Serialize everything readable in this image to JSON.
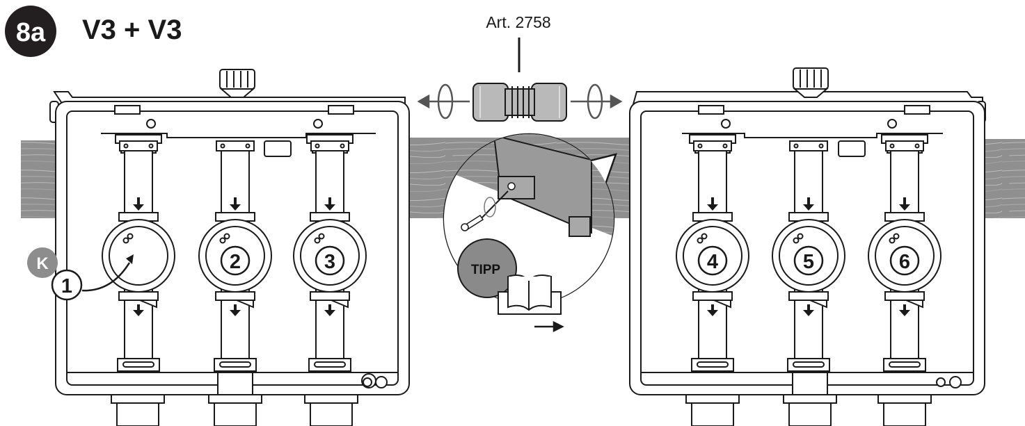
{
  "step": {
    "badge": "8a",
    "title": "V3 + V3"
  },
  "connector": {
    "label": "Art. 2758"
  },
  "tip": {
    "label": "TIPP"
  },
  "key_badge": "K",
  "valves": [
    {
      "number": "1"
    },
    {
      "number": "2"
    },
    {
      "number": "3"
    },
    {
      "number": "4"
    },
    {
      "number": "5"
    },
    {
      "number": "6"
    }
  ],
  "colors": {
    "ink": "#1a1a1a",
    "badge": "#231f20",
    "wood": "#8f8f8f",
    "wood_dark": "#707070",
    "connector": "#b9b9b9",
    "tip_badge": "#8a8a8a",
    "k_badge": "#8d8d8d"
  }
}
